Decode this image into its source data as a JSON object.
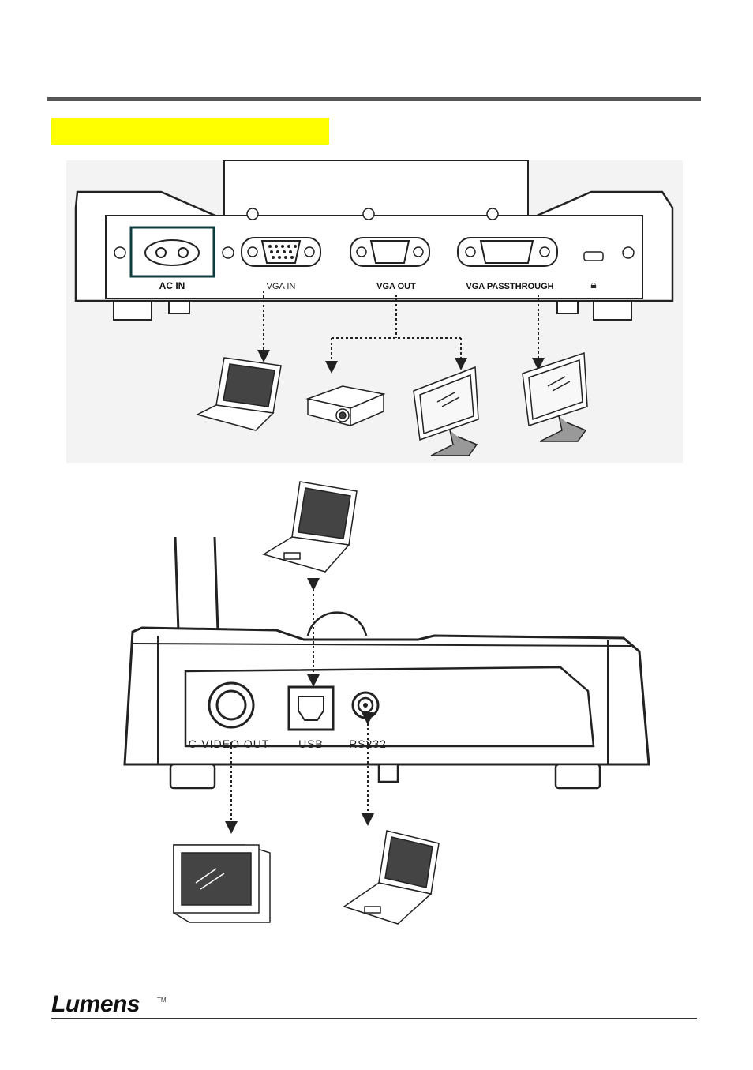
{
  "rear_panel": {
    "ports": {
      "ac_in": "AC IN",
      "vga_in": "VGA IN",
      "vga_out": "VGA OUT",
      "vga_passthrough": "VGA PASSTHROUGH"
    }
  },
  "side_panel": {
    "ports": {
      "c_video_out": "C-VIDEO OUT",
      "usb": "USB",
      "rs232": "RS232"
    }
  },
  "footer": {
    "brand": "Lumens",
    "trademark": "TM"
  },
  "icons": [
    "lock-icon",
    "laptop-icon",
    "projector-icon",
    "monitor-icon",
    "tv-icon"
  ]
}
